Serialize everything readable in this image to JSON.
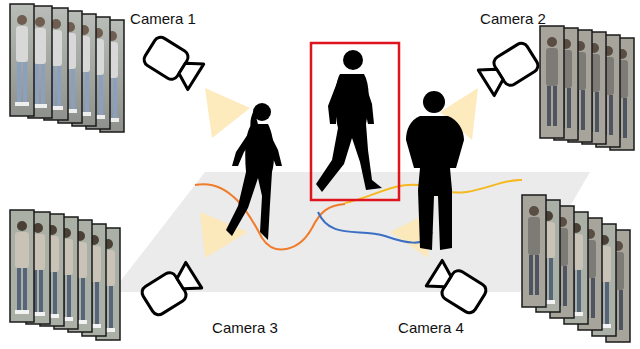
{
  "diagram": {
    "labels": [
      "Camera 1",
      "Camera 2",
      "Camera 3",
      "Camera 4"
    ]
  }
}
